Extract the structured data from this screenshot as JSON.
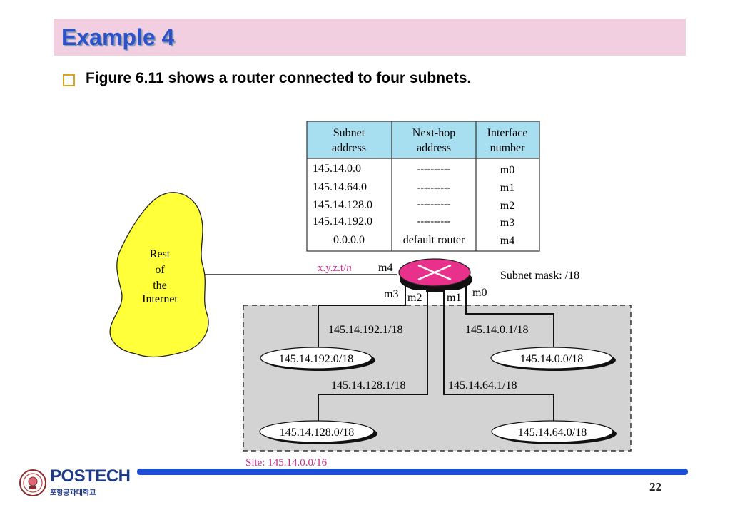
{
  "slide": {
    "title": "Example 4",
    "bullet": "Figure 6.11 shows a router connected to four subnets.",
    "page_number": "22"
  },
  "routing_table": {
    "headers": [
      [
        "Subnet",
        "address"
      ],
      [
        "Next-hop",
        "address"
      ],
      [
        "Interface",
        "number"
      ]
    ],
    "rows": [
      [
        "145.14.0.0",
        "----------",
        "m0"
      ],
      [
        "145.14.64.0",
        "----------",
        "m1"
      ],
      [
        "145.14.128.0",
        "----------",
        "m2"
      ],
      [
        "145.14.192.0",
        "----------",
        "m3"
      ],
      [
        "0.0.0.0",
        "default router",
        "m4"
      ]
    ]
  },
  "internet_cloud": [
    "Rest",
    "of",
    "the",
    "Internet"
  ],
  "router": {
    "external_address_prefix": "x.y.z.t/",
    "external_address_suffix": "n",
    "ports": {
      "m0": "m0",
      "m1": "m1",
      "m2": "m2",
      "m3": "m3",
      "m4": "m4"
    },
    "subnet_mask": "Subnet mask: /18"
  },
  "subnets": [
    {
      "gateway": "145.14.192.1/18",
      "network": "145.14.192.0/18"
    },
    {
      "gateway": "145.14.0.1/18",
      "network": "145.14.0.0/18"
    },
    {
      "gateway": "145.14.128.1/18",
      "network": "145.14.128.0/18"
    },
    {
      "gateway": "145.14.64.1/18",
      "network": "145.14.64.0/18"
    }
  ],
  "site_label": "Site: 145.14.0.0/16",
  "logo": {
    "name": "POSTECH",
    "subtitle": "포항공과대학교"
  },
  "colors": {
    "title_bg": "#f2cfe0",
    "title_text": "#2b52c9",
    "table_header_bg": "#a8dff0",
    "cloud": "#ffff3a",
    "router": "#e8318a",
    "site_area": "#d3d3d3",
    "magenta_text": "#cc2a8a",
    "footer_line": "#1f4fd8"
  }
}
